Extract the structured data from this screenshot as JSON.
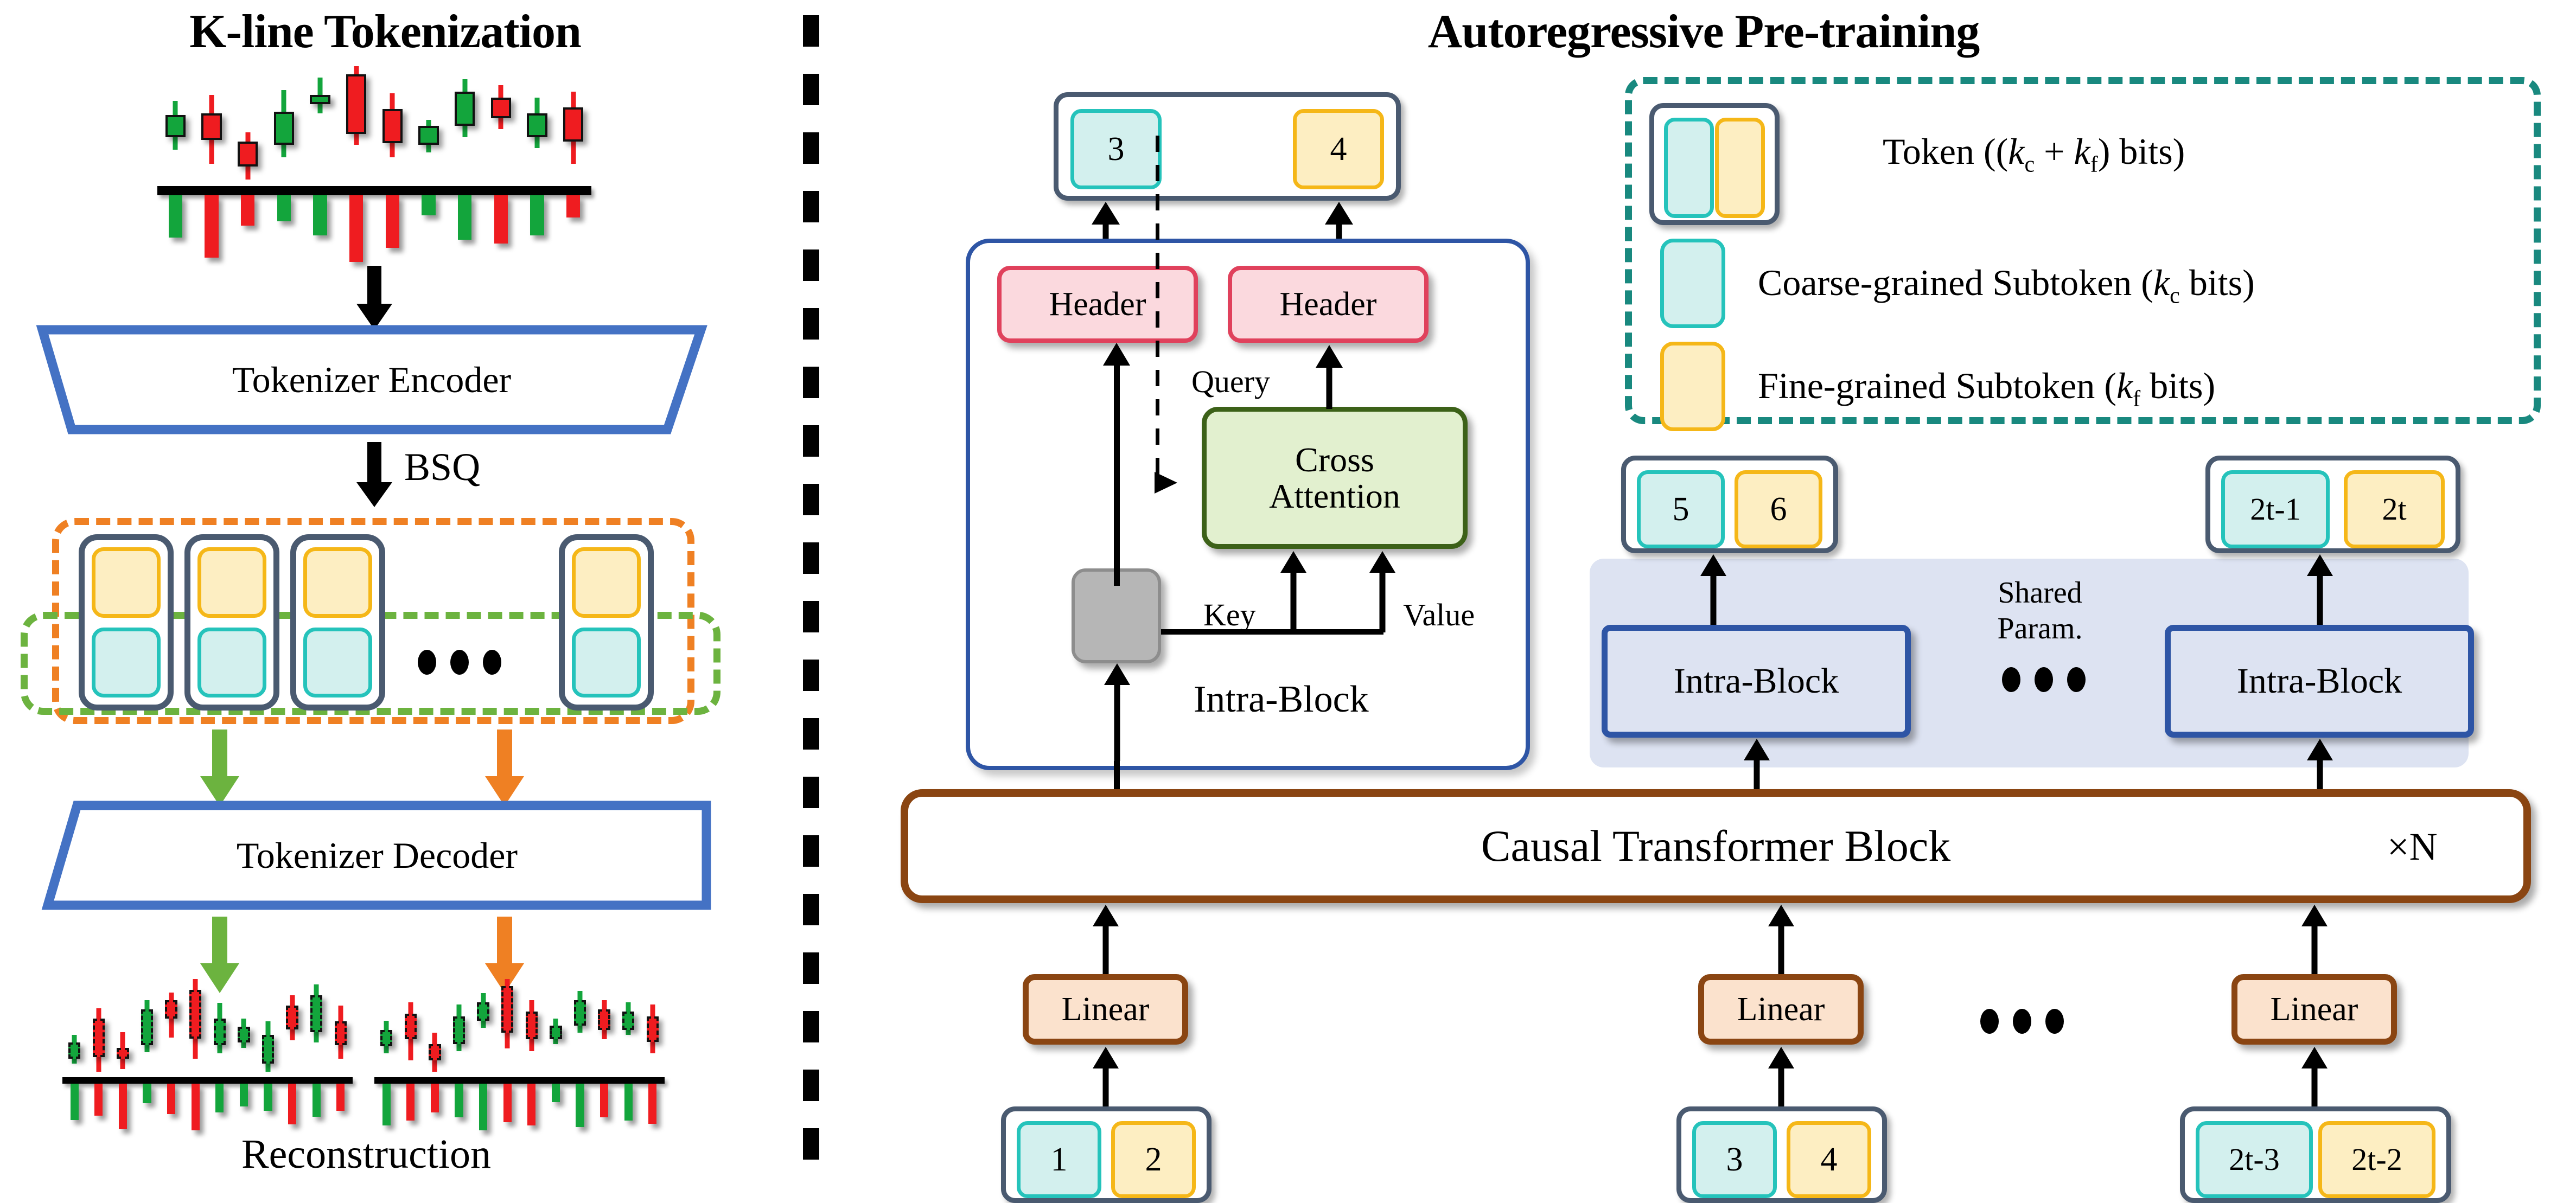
{
  "titles": {
    "left": "K-line Tokenization",
    "right": "Autoregressive Pre-training"
  },
  "left_panel": {
    "bsq_label": "BSQ",
    "encoder_label": "Tokenizer Encoder",
    "decoder_label": "Tokenizer Decoder",
    "reconstruction_label": "Reconstruction"
  },
  "right_panel": {
    "header_label": "Header",
    "cross_attention_label": "Cross\nAttention",
    "cross_attention_line1": "Cross",
    "cross_attention_line2": "Attention",
    "query_label": "Query",
    "key_label": "Key",
    "value_label": "Value",
    "intra_block_label": "Intra-Block",
    "shared_param_line1": "Shared",
    "shared_param_line2": "Param.",
    "causal_block_label": "Causal Transformer Block",
    "repeat_label": "×N",
    "linear_label": "Linear",
    "output_tokens": [
      {
        "coarse": "3",
        "fine": "4"
      },
      {
        "coarse": "5",
        "fine": "6"
      },
      {
        "coarse": "2t-1",
        "fine": "2t"
      }
    ],
    "input_tokens": [
      {
        "coarse": "1",
        "fine": "2"
      },
      {
        "coarse": "3",
        "fine": "4"
      },
      {
        "coarse": "2t-3",
        "fine": "2t-2"
      }
    ]
  },
  "legend": {
    "items": [
      {
        "text": "Token ((k_c + k_f) bits)",
        "swatch": "token"
      },
      {
        "text": "Coarse-grained Subtoken (k_c bits)",
        "swatch": "coarse"
      },
      {
        "text": "Fine-grained Subtoken (k_f bits)",
        "swatch": "fine"
      }
    ],
    "token_text_pre": "Token ((",
    "token_k_c": "k",
    "token_sub_c": "c",
    "token_plus": " + ",
    "token_k_f": "k",
    "token_sub_f": "f",
    "token_text_post": ") bits)",
    "coarse_text_pre": "Coarse-grained Subtoken (",
    "coarse_text_post": " bits)",
    "fine_text_pre": "Fine-grained Subtoken (",
    "fine_text_post": " bits)"
  },
  "colors": {
    "coarse_fill": "#d3f0ee",
    "coarse_border": "#25c3bb",
    "fine_fill": "#fdeec2",
    "fine_border": "#f5b718",
    "token_border": "#4a5a70",
    "orange_dash": "#ef8023",
    "green_dash": "#6cb33f",
    "teal_dash": "#19897f",
    "blue": "#2e55a5",
    "brown": "#8a4512",
    "header_fill": "#fbd9de",
    "header_border": "#e0415c",
    "cross_fill": "#e2f0cf",
    "cross_border": "#3c6118",
    "linear_fill": "#fbe2cd",
    "shared_band": "#dde3f2",
    "candle_up": "#13a53c",
    "candle_down": "#ef1c20"
  },
  "chart_data": {
    "type": "candlestick",
    "title": "K-line Tokenization",
    "series": [
      {
        "name": "input-kline",
        "candles": [
          {
            "dir": "up",
            "high": 78,
            "low": 47,
            "open": 55,
            "close": 69
          },
          {
            "dir": "down",
            "high": 82,
            "low": 38,
            "open": 70,
            "close": 53
          },
          {
            "dir": "down",
            "high": 58,
            "low": 28,
            "open": 52,
            "close": 36
          },
          {
            "dir": "up",
            "high": 85,
            "low": 42,
            "open": 50,
            "close": 71
          },
          {
            "dir": "up",
            "high": 93,
            "low": 70,
            "open": 76,
            "close": 82
          },
          {
            "dir": "down",
            "high": 100,
            "low": 50,
            "open": 95,
            "close": 57
          },
          {
            "dir": "down",
            "high": 83,
            "low": 42,
            "open": 73,
            "close": 51
          },
          {
            "dir": "up",
            "high": 66,
            "low": 45,
            "open": 50,
            "close": 62
          },
          {
            "dir": "up",
            "high": 92,
            "low": 55,
            "open": 62,
            "close": 84
          },
          {
            "dir": "down",
            "high": 88,
            "low": 60,
            "open": 80,
            "close": 67
          },
          {
            "dir": "up",
            "high": 80,
            "low": 48,
            "open": 55,
            "close": 70
          },
          {
            "dir": "down",
            "high": 84,
            "low": 38,
            "open": 74,
            "close": 52
          }
        ],
        "volumes": [
          {
            "dir": "up",
            "v": 42
          },
          {
            "dir": "down",
            "v": 62
          },
          {
            "dir": "down",
            "v": 30
          },
          {
            "dir": "up",
            "v": 26
          },
          {
            "dir": "up",
            "v": 40
          },
          {
            "dir": "down",
            "v": 66
          },
          {
            "dir": "down",
            "v": 52
          },
          {
            "dir": "up",
            "v": 20
          },
          {
            "dir": "up",
            "v": 44
          },
          {
            "dir": "down",
            "v": 48
          },
          {
            "dir": "up",
            "v": 40
          },
          {
            "dir": "down",
            "v": 22
          }
        ]
      },
      {
        "name": "reconstruction-left",
        "candles": [
          {
            "dir": "up",
            "high": 58,
            "low": 36,
            "open": 40,
            "close": 52
          },
          {
            "dir": "down",
            "high": 78,
            "low": 30,
            "open": 70,
            "close": 41
          },
          {
            "dir": "down",
            "high": 60,
            "low": 32,
            "open": 48,
            "close": 40
          },
          {
            "dir": "up",
            "high": 84,
            "low": 45,
            "open": 50,
            "close": 77
          },
          {
            "dir": "down",
            "high": 90,
            "low": 56,
            "open": 84,
            "close": 70
          },
          {
            "dir": "down",
            "high": 100,
            "low": 40,
            "open": 92,
            "close": 55
          },
          {
            "dir": "up",
            "high": 82,
            "low": 44,
            "open": 50,
            "close": 70
          },
          {
            "dir": "up",
            "high": 70,
            "low": 48,
            "open": 52,
            "close": 64
          },
          {
            "dir": "up",
            "high": 68,
            "low": 30,
            "open": 36,
            "close": 58
          },
          {
            "dir": "down",
            "high": 88,
            "low": 54,
            "open": 80,
            "close": 62
          },
          {
            "dir": "up",
            "high": 96,
            "low": 52,
            "open": 60,
            "close": 88
          },
          {
            "dir": "down",
            "high": 80,
            "low": 40,
            "open": 68,
            "close": 50
          }
        ],
        "volumes": [
          {
            "dir": "up",
            "v": 48
          },
          {
            "dir": "down",
            "v": 42
          },
          {
            "dir": "down",
            "v": 60
          },
          {
            "dir": "up",
            "v": 26
          },
          {
            "dir": "down",
            "v": 40
          },
          {
            "dir": "down",
            "v": 62
          },
          {
            "dir": "up",
            "v": 38
          },
          {
            "dir": "up",
            "v": 30
          },
          {
            "dir": "up",
            "v": 36
          },
          {
            "dir": "down",
            "v": 54
          },
          {
            "dir": "up",
            "v": 44
          },
          {
            "dir": "down",
            "v": 36
          }
        ]
      },
      {
        "name": "reconstruction-right",
        "candles": [
          {
            "dir": "up",
            "high": 68,
            "low": 40,
            "open": 46,
            "close": 60
          },
          {
            "dir": "down",
            "high": 84,
            "low": 34,
            "open": 74,
            "close": 52
          },
          {
            "dir": "down",
            "high": 58,
            "low": 24,
            "open": 48,
            "close": 34
          },
          {
            "dir": "up",
            "high": 82,
            "low": 42,
            "open": 48,
            "close": 72
          },
          {
            "dir": "up",
            "high": 92,
            "low": 62,
            "open": 68,
            "close": 84
          },
          {
            "dir": "down",
            "high": 104,
            "low": 44,
            "open": 98,
            "close": 58
          },
          {
            "dir": "down",
            "high": 86,
            "low": 42,
            "open": 76,
            "close": 52
          },
          {
            "dir": "up",
            "high": 70,
            "low": 48,
            "open": 52,
            "close": 64
          },
          {
            "dir": "up",
            "high": 94,
            "low": 58,
            "open": 64,
            "close": 86
          },
          {
            "dir": "down",
            "high": 86,
            "low": 52,
            "open": 78,
            "close": 60
          },
          {
            "dir": "up",
            "high": 84,
            "low": 56,
            "open": 60,
            "close": 76
          },
          {
            "dir": "down",
            "high": 82,
            "low": 40,
            "open": 72,
            "close": 50
          }
        ],
        "volumes": [
          {
            "dir": "up",
            "v": 50
          },
          {
            "dir": "down",
            "v": 44
          },
          {
            "dir": "down",
            "v": 34
          },
          {
            "dir": "up",
            "v": 40
          },
          {
            "dir": "up",
            "v": 56
          },
          {
            "dir": "down",
            "v": 46
          },
          {
            "dir": "down",
            "v": 50
          },
          {
            "dir": "up",
            "v": 22
          },
          {
            "dir": "up",
            "v": 52
          },
          {
            "dir": "down",
            "v": 40
          },
          {
            "dir": "up",
            "v": 44
          },
          {
            "dir": "down",
            "v": 48
          }
        ]
      }
    ]
  }
}
